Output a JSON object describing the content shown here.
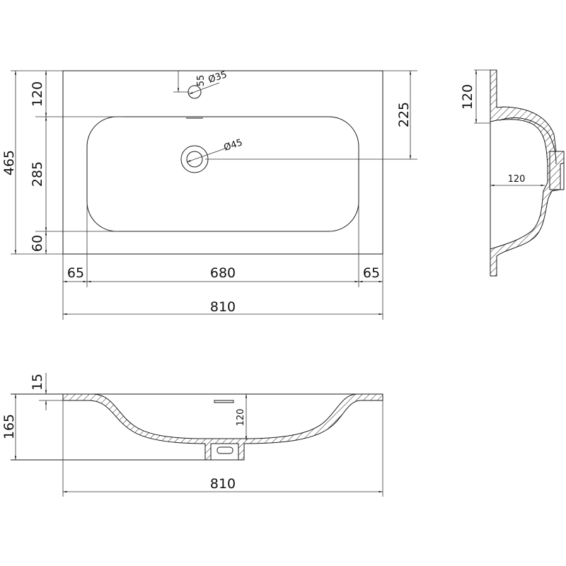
{
  "colors": {
    "line": "#1a1a1a",
    "background": "#ffffff"
  },
  "top_view": {
    "overall_depth": "465",
    "rim_back": "120",
    "basin_depth": "285",
    "rim_front": "60",
    "tap_offset": "55",
    "tap_hole": "Ø35",
    "drain_hole": "Ø45",
    "drain_offset": "225",
    "side_margin_left": "65",
    "basin_width": "680",
    "side_margin_right": "65",
    "overall_width": "810"
  },
  "side_view": {
    "rim_height": "120",
    "bowl_depth": "120"
  },
  "front_section": {
    "rim_thickness": "15",
    "overall_height": "165",
    "bowl_depth": "120",
    "overall_width": "810"
  }
}
